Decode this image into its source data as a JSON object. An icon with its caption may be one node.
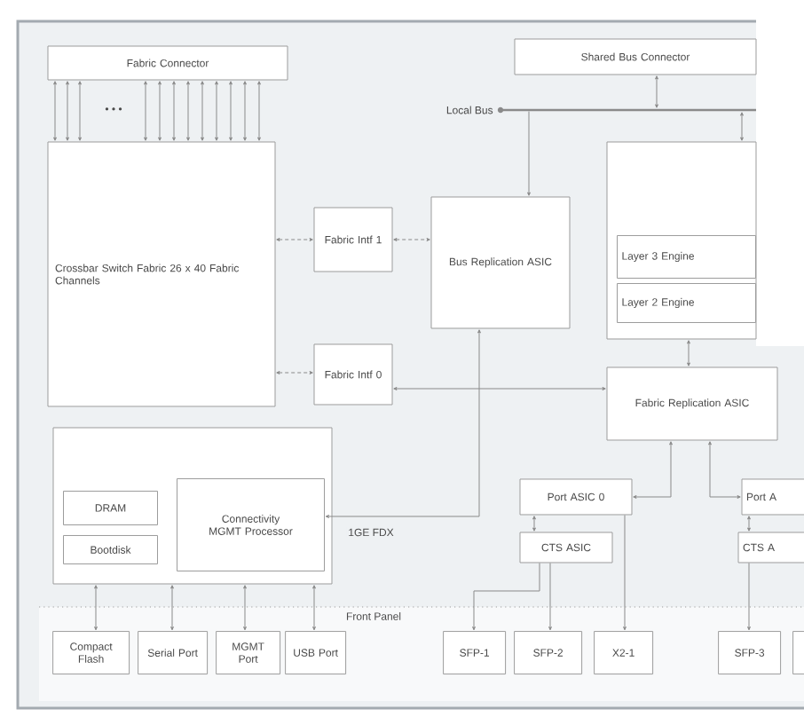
{
  "diagram": {
    "nodes": [
      {
        "text": [
          "Fabric Connector"
        ]
      },
      {
        "text": [
          "Crossbar Switch Fabric 26 x 40 Fabric Channels"
        ]
      },
      {
        "text": [
          "Fabric Intf 1"
        ]
      },
      {
        "text": [
          "Shared Bus Connector"
        ]
      },
      {
        "text": [],
        "shape": "bar",
        "beside": [
          "Local Bus"
        ]
      },
      {
        "text": [
          "Bus Replication ASIC"
        ]
      },
      {
        "text": [],
        "shape": "box"
      },
      {
        "text": [
          "Layer 3 Engine"
        ],
        "in": 6
      },
      {
        "text": [
          "Layer 2 Engine"
        ],
        "in": 6
      },
      {
        "text": [
          "Fabric Intf 0"
        ]
      },
      {
        "text": [
          "Fabric Replication ASIC"
        ]
      },
      {
        "text": [],
        "shape": "box"
      },
      {
        "text": [
          "DRAM"
        ],
        "in": 11
      },
      {
        "text": [
          "Bootdisk"
        ],
        "in": 11
      },
      {
        "text": [
          "Connectivity MGMT Processor"
        ],
        "in": 11
      },
      {
        "text": [
          "Port ASIC 0"
        ]
      },
      {
        "text": [
          "Port A"
        ]
      },
      {
        "text": [
          "CTS ASIC"
        ]
      },
      {
        "text": [
          "CTS A"
        ]
      },
      {
        "text": [
          "Front Panel"
        ]
      },
      {
        "text": [
          "Compact Flash"
        ],
        "in": 19
      },
      {
        "text": [
          "Serial Port"
        ],
        "in": 19
      },
      {
        "text": [
          "MGMT Port"
        ],
        "in": 19
      },
      {
        "text": [
          "USB Port"
        ],
        "in": 19
      },
      {
        "text": [
          "SFP-1"
        ],
        "in": 19
      },
      {
        "text": [
          "SFP-2"
        ],
        "in": 19
      },
      {
        "text": [
          "X2-1"
        ],
        "in": 19
      },
      {
        "text": [
          "SFP-3"
        ],
        "in": 19
      },
      {
        "text": [],
        "shape": "box",
        "in": 19
      }
    ],
    "edges": [
      {
        "from": 0,
        "to": 1,
        "arrow": "both"
      },
      {
        "from": 0,
        "to": 1,
        "arrow": "both"
      },
      {
        "from": 0,
        "to": 1,
        "arrow": "both"
      },
      {
        "from": 0,
        "to": 1,
        "arrow": "both"
      },
      {
        "from": 0,
        "to": 1,
        "arrow": "both"
      },
      {
        "from": 0,
        "to": 1,
        "arrow": "both"
      },
      {
        "from": 0,
        "to": 1,
        "arrow": "both"
      },
      {
        "from": 0,
        "to": 1,
        "arrow": "both"
      },
      {
        "from": 0,
        "to": 1,
        "arrow": "both"
      },
      {
        "from": 0,
        "to": 1,
        "arrow": "both"
      },
      {
        "from": 0,
        "to": 1,
        "arrow": "both"
      },
      {
        "from": 0,
        "to": 1,
        "arrow": "both"
      },
      {
        "from": 1,
        "to": 2,
        "arrow": "both",
        "style": "dashed"
      },
      {
        "from": 2,
        "to": 5,
        "arrow": "both",
        "style": "dashed"
      },
      {
        "from": 1,
        "to": 9,
        "arrow": "both",
        "style": "dashed"
      },
      {
        "from": 9,
        "to": 10,
        "arrow": "both"
      },
      {
        "from": 3,
        "to": 4,
        "arrow": "both"
      },
      {
        "from": 4,
        "to": 5,
        "arrow": "to"
      },
      {
        "from": 4,
        "to": 6,
        "arrow": "both"
      },
      {
        "from": 6,
        "to": 10,
        "arrow": "both"
      },
      {
        "from": 5,
        "to": 14,
        "arrow": "both",
        "label": "1GE FDX"
      },
      {
        "from": 10,
        "to": 15,
        "arrow": "both"
      },
      {
        "from": 10,
        "to": 16,
        "arrow": "both"
      },
      {
        "from": 15,
        "to": 17,
        "arrow": "both"
      },
      {
        "from": 17,
        "to": 24,
        "arrow": "to"
      },
      {
        "from": 17,
        "to": 25,
        "arrow": "to"
      },
      {
        "from": 15,
        "to": 26,
        "arrow": "to"
      },
      {
        "from": 16,
        "to": 18,
        "arrow": "both"
      },
      {
        "from": 18,
        "to": 27,
        "arrow": "to"
      },
      {
        "from": 11,
        "to": 20,
        "arrow": "both"
      },
      {
        "from": 11,
        "to": 21,
        "arrow": "both"
      },
      {
        "from": 11,
        "to": 22,
        "arrow": "both"
      },
      {
        "from": 11,
        "to": 23,
        "arrow": "both"
      }
    ],
    "labels": [
      "• • •"
    ]
  }
}
